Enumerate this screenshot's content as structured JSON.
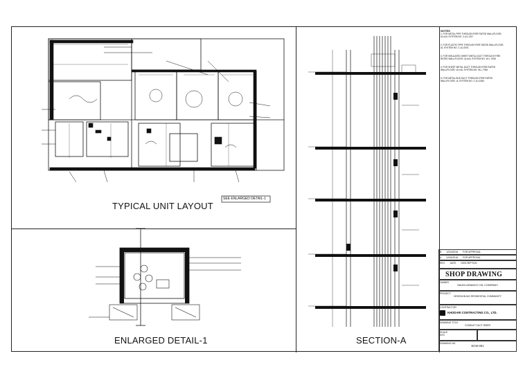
{
  "views": {
    "typical_unit_layout": "TYPICAL UNIT LAYOUT",
    "enlarged_detail": "ENLARGED DETAIL-1",
    "section": "SECTION-A"
  },
  "callouts": {
    "see_enlarged": "SEE ENLARGED DETAIL-1"
  },
  "notes": {
    "title": "NOTES",
    "items": [
      "1. FOR METAL PIPE THROUGH FIRE RATED WALL/FLOOR, UL/cUL SYSTEM NO. C-AJ-1317",
      "2. FOR PLASTIC PIPE THROUGH FIRE RATED WALL/FLOOR, UL SYSTEM NO. C-AJ-2001",
      "3. FOR INSULATED SHEET METAL DUCT THROUGH FIRE RATED WALL/FLOOR, UL/cUL SYSTEM NO. W-L-7008",
      "4. FOR SHEET METAL DUCT THROUGH FIRE RATED WALL/FLOOR, UL/cUL SYSTEM NO. W-L-7006",
      "5. FOR METAL BUS DUCT THROUGH FIRE RATED WALL/FLOOR, UL SYSTEM NO. C-AJ-1084"
    ]
  },
  "title_block": {
    "revisions": [
      {
        "rev": "B",
        "date": "12/04/2016",
        "desc": "FOR APPROVAL"
      },
      {
        "rev": "A",
        "date": "12/04/2016",
        "desc": "FOR APPROVAL"
      }
    ],
    "rev_header": {
      "rev": "REV.",
      "date": "DATE",
      "desc": "DESCRIPTION"
    },
    "shop_drawing": "SHOP DRAWING",
    "owner_label": "OWNER",
    "owner": "SAUDI ARAMCO OIL COMPANY",
    "project_label": "PROJECT",
    "project": "DESIGN BUILD RESIDENTIAL COMMUNITY",
    "contractor_label": "CONTRACTOR",
    "contractor": "KHODARI CONTRACTING CO., LTD.",
    "drawing_title_label": "DRAWING TITLE",
    "drawing_title": "CONDUIT DUCT RISER",
    "scale_label": "SCALE",
    "scale": "NTS",
    "drawing_no_label": "DRAWING NO.",
    "drawing_no": "ECW-001"
  }
}
